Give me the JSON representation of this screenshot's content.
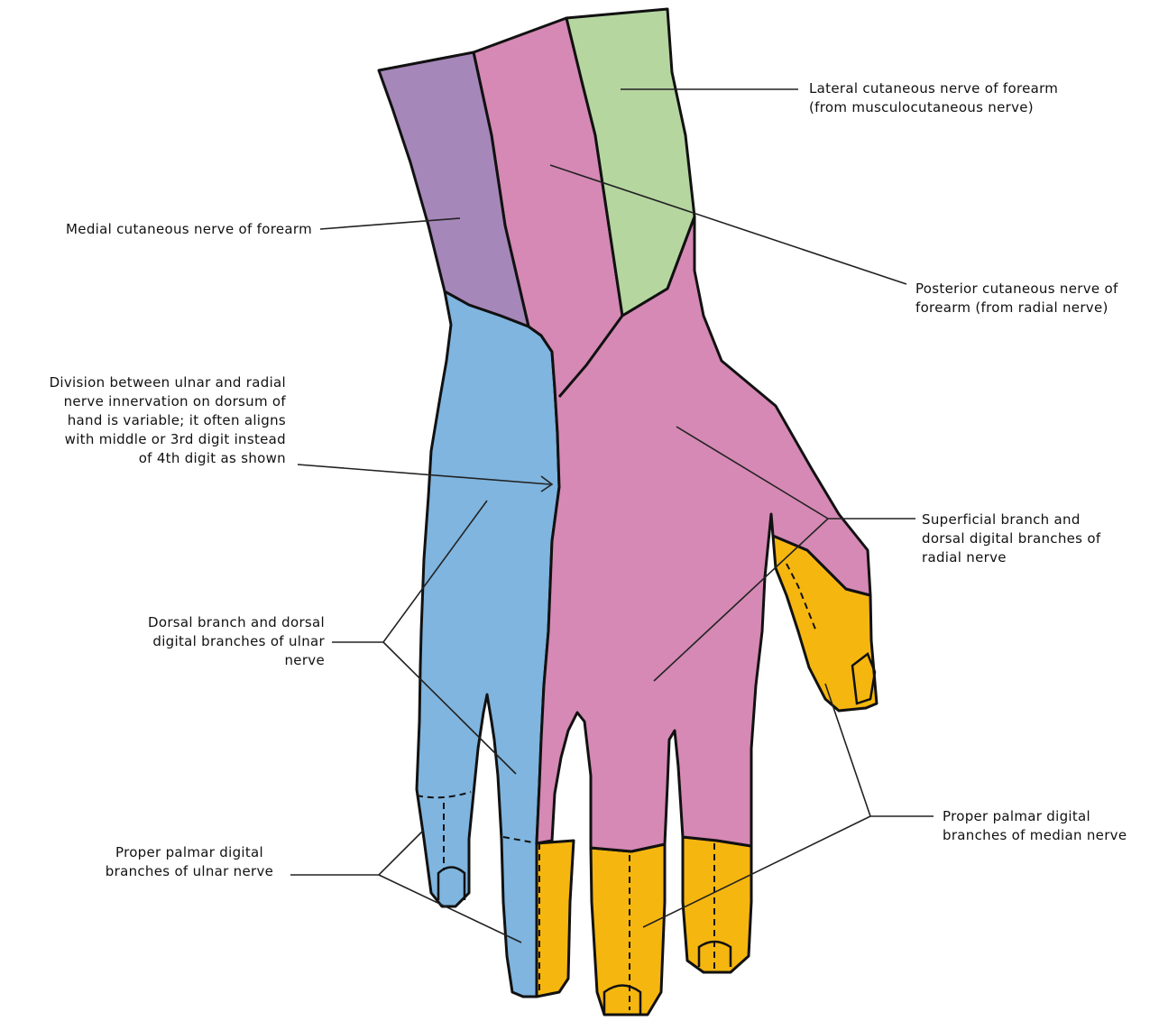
{
  "colors": {
    "medial_forearm": "#a687b9",
    "posterior_forearm_radial": "#d589b4",
    "lateral_forearm": "#b6d6a0",
    "ulnar": "#7fb5df",
    "median": "#f5b60f",
    "outline": "#111111"
  },
  "labels": {
    "lateral": [
      "Lateral cutaneous nerve of forearm",
      "(from musculocutaneous nerve)"
    ],
    "medial": [
      "Medial cutaneous nerve of forearm"
    ],
    "posterior": [
      "Posterior cutaneous nerve of",
      "forearm (from radial nerve)"
    ],
    "division": [
      "Division between ulnar and radial",
      "nerve innervation on dorsum of",
      "hand is variable; it often aligns",
      "with middle or 3rd digit instead",
      "of 4th digit as shown"
    ],
    "superficial": [
      "Superficial branch and",
      "dorsal digital branches of",
      "radial nerve"
    ],
    "dorsal_ulnar": [
      "Dorsal branch and dorsal",
      "digital branches of ulnar",
      "nerve"
    ],
    "median_digital": [
      "Proper  palmar digital",
      "branches of median nerve"
    ],
    "ulnar_digital": [
      "Proper palmar digital",
      "branches of ulnar nerve"
    ]
  }
}
